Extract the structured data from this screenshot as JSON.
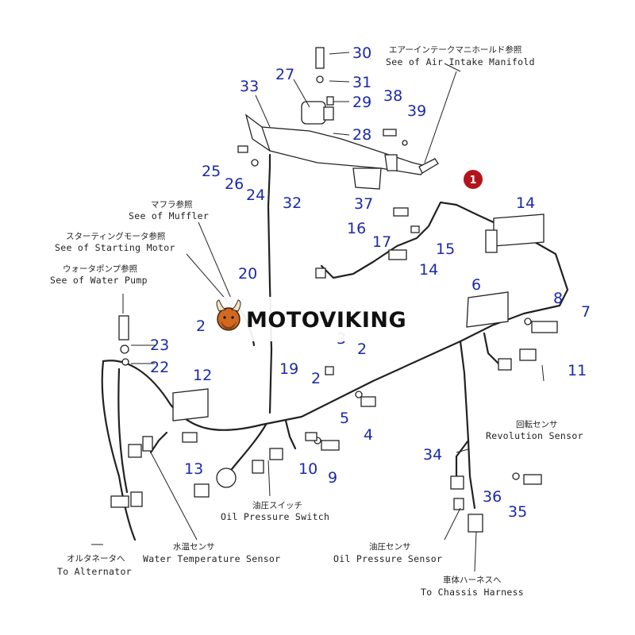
{
  "watermark": {
    "text": "MOTOVIKING"
  },
  "callout_flag": {
    "number": "1",
    "color": "#b3141b"
  },
  "part_numbers": {
    "p1": "2",
    "p2": "2",
    "p2b": "2",
    "p3": "3",
    "p4": "4",
    "p5": "5",
    "p6": "6",
    "p7": "7",
    "p8": "8",
    "p9": "9",
    "p10": "10",
    "p11": "11",
    "p12": "12",
    "p13": "13",
    "p14a": "14",
    "p14b": "14",
    "p15": "15",
    "p16": "16",
    "p17": "17",
    "p19": "19",
    "p20": "20",
    "p22": "22",
    "p23": "23",
    "p24": "24",
    "p25": "25",
    "p26": "26",
    "p27": "27",
    "p28": "28",
    "p29": "29",
    "p30": "30",
    "p31": "31",
    "p32": "32",
    "p33": "33",
    "p34": "34",
    "p35": "35",
    "p36": "36",
    "p37": "37",
    "p38": "38",
    "p39": "39"
  },
  "labels": {
    "air_intake_jp": "エアーインテークマニホールド参照",
    "air_intake_en": "See of Air Intake Manifold",
    "muffler_jp": "マフラ参照",
    "muffler_en": "See of Muffler",
    "starting_motor_jp": "スターティングモータ参照",
    "starting_motor_en": "See of Starting Motor",
    "water_pump_jp": "ウォータポンプ参照",
    "water_pump_en": "See of Water Pump",
    "revolution_jp": "回転センサ",
    "revolution_en": "Revolution Sensor",
    "oil_switch_jp": "油圧スイッチ",
    "oil_switch_en": "Oil Pressure Switch",
    "water_temp_jp": "水温センサ",
    "water_temp_en": "Water Temperature Sensor",
    "oil_sensor_jp": "油圧センサ",
    "oil_sensor_en": "Oil Pressure Sensor",
    "alternator_jp": "オルタネータへ",
    "alternator_en": "To Alternator",
    "chassis_jp": "車体ハーネスへ",
    "chassis_en": "To Chassis Harness"
  },
  "colors": {
    "numbers": "#1a2aa8",
    "lines": "#222222",
    "flag": "#b3141b",
    "logo_orange": "#d2691e"
  },
  "icons": {
    "logo_mascot": "viking-head-icon"
  }
}
